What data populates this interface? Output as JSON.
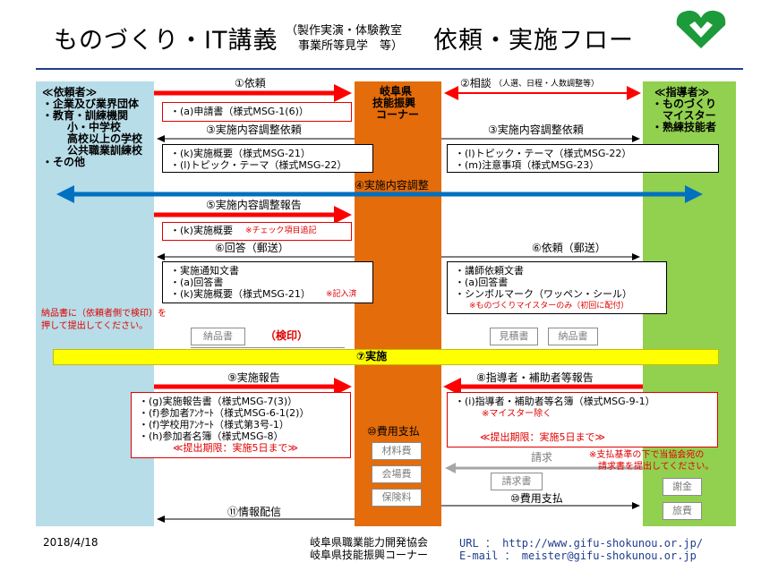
{
  "header": {
    "title_left": "ものづくり・IT講義",
    "title_sub_1": "（製作実演・体験教室",
    "title_sub_2": "事業所等見学　等）",
    "title_right": "依頼・実施フロー",
    "logo_icon": "gifu-heart-logo"
  },
  "columns": {
    "requester": {
      "heading": "≪依頼者≫",
      "lines": [
        "・企業及び業界団体",
        "・教育・訓練機関",
        "小・中学校",
        "高校以上の学校",
        "公共職業訓練校",
        "・その他"
      ]
    },
    "center": {
      "lines": [
        "岐阜県",
        "技能振興",
        "コーナー"
      ]
    },
    "instructor": {
      "lines": [
        "≪指導者≫",
        "・ものづくり",
        "マイスター",
        "・熟練技能者"
      ]
    }
  },
  "steps": {
    "s1": {
      "label": "①依頼",
      "box": [
        "・(a)申請書（様式MSG-1(6)）"
      ]
    },
    "s2": {
      "label": "②相談",
      "note": "（人選、日程・人数調整等）"
    },
    "s3_left": {
      "label": "③実施内容調整依頼",
      "box": [
        "・(k)実施概要（様式MSG-21）",
        "・(l)トピック・テーマ（様式MSG-22）"
      ]
    },
    "s3_right": {
      "label": "③実施内容調整依頼",
      "box": [
        "・(l)トピック・テーマ（様式MSG-22）",
        "・(m)注意事項（様式MSG-23）"
      ]
    },
    "s4": {
      "label": "④実施内容調整"
    },
    "s5": {
      "label": "⑤実施内容調整報告",
      "box_text": "・(k)実施概要",
      "box_note": "※チェック項目追記"
    },
    "s6_left": {
      "label": "⑥回答（郵送）",
      "box": [
        "・実施通知文書",
        "・(a)回答書",
        "・(k)実施概要（様式MSG-21）"
      ],
      "box_note": "※記入済"
    },
    "s6_right": {
      "label": "⑥依頼（郵送）",
      "box": [
        "・講師依頼文書",
        "・(a)回答書",
        "・シンボルマーク（ワッペン・シール）"
      ],
      "box_note": "※ものづくりマイスターのみ（初回に配付）"
    },
    "delivery_note": [
      "納品書に（依頼者側で検印）を",
      "押して提出してください。"
    ],
    "delivery_button": "納品書",
    "delivery_stamp": "（検印）",
    "estimate_button": "見積書",
    "delivery_button_right": "納品書",
    "s7": {
      "label": "⑦実施"
    },
    "s9": {
      "label": "⑨実施報告",
      "box": [
        "・(g)実施報告書（様式MSG-7(3)）",
        "・(f)参加者ｱﾝｹｰﾄ（様式MSG-6-1(2)）",
        "・(f)学校用ｱﾝｹｰﾄ（様式第3号-1）",
        "・(h)参加者名簿（様式MSG-8）"
      ],
      "deadline": "≪提出期限：実施5日まで≫"
    },
    "s8": {
      "label": "⑧指導者・補助者等報告",
      "box": [
        "・(i)指導者・補助者等名簿（様式MSG-9-1）"
      ],
      "box_note": "※マイスター除く",
      "deadline": "≪提出期限：実施5日まで≫"
    },
    "s10": {
      "label": "⑩費用支払",
      "items": [
        "材料費",
        "会場費",
        "保険料"
      ]
    },
    "invoice_request": "請求",
    "invoice_button": "請求書",
    "invoice_note": [
      "※支払基準の下で当協会宛の",
      "請求書を提出してください。"
    ],
    "s10_pay": {
      "label": "⑩費用支払"
    },
    "fees": [
      "謝金",
      "旅費"
    ],
    "s11": {
      "label": "⑪情報配信"
    }
  },
  "footer": {
    "date": "2018/4/18",
    "org_1": "岐阜県職業能力開発協会",
    "org_2": "岐阜県技能振興コーナー",
    "url": "URL ： http://www.gifu-shokunou.or.jp/",
    "email": "E-mail ： meister@gifu-shokunou.or.jp"
  },
  "colors": {
    "requester_bg": "#b7dde8",
    "center_bg": "#e46c0a",
    "instructor_bg": "#92d050",
    "implementation_bar": "#ffff00",
    "red_arrow": "#ff0000",
    "blue_arrow": "#0070c0",
    "gray_arrow": "#a6a6a6",
    "footer_text": "#1f3e8c"
  }
}
